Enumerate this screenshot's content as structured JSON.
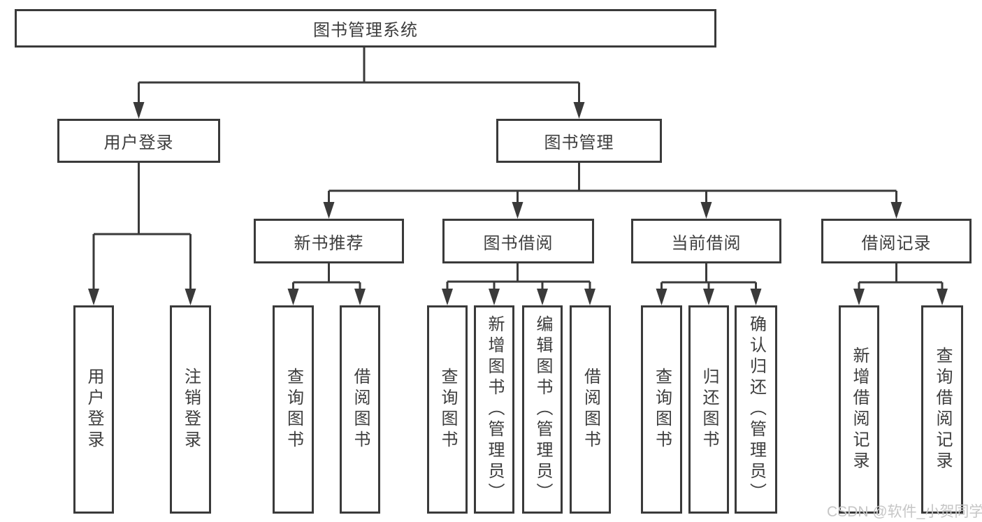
{
  "nodes": {
    "root": {
      "label": "图书管理系统"
    },
    "user_login": {
      "label": "用户登录"
    },
    "book_mgmt": {
      "label": "图书管理"
    },
    "new_books": {
      "label": "新书推荐"
    },
    "book_borrow": {
      "label": "图书借阅"
    },
    "current_borrow": {
      "label": "当前借阅"
    },
    "borrow_records": {
      "label": "借阅记录"
    },
    "leaf_user_login": {
      "label": "用户登录"
    },
    "leaf_logout": {
      "label": "注销登录"
    },
    "leaf_nb_query": {
      "label": "查询图书"
    },
    "leaf_nb_borrow": {
      "label": "借阅图书"
    },
    "leaf_bb_query": {
      "label": "查询图书"
    },
    "leaf_bb_add": {
      "label": "新增图书（管理员）"
    },
    "leaf_bb_edit": {
      "label": "编辑图书（管理员）"
    },
    "leaf_bb_borrow": {
      "label": "借阅图书"
    },
    "leaf_cb_query": {
      "label": "查询图书"
    },
    "leaf_cb_return": {
      "label": "归还图书"
    },
    "leaf_cb_confirm": {
      "label": "确认归还（管理员）"
    },
    "leaf_br_add": {
      "label": "新增借阅记录"
    },
    "leaf_br_query": {
      "label": "查询借阅记录"
    }
  },
  "structure": {
    "root": [
      "user_login",
      "book_mgmt"
    ],
    "user_login": [
      "leaf_user_login",
      "leaf_logout"
    ],
    "book_mgmt": [
      "new_books",
      "book_borrow",
      "current_borrow",
      "borrow_records"
    ],
    "new_books": [
      "leaf_nb_query",
      "leaf_nb_borrow"
    ],
    "book_borrow": [
      "leaf_bb_query",
      "leaf_bb_add",
      "leaf_bb_edit",
      "leaf_bb_borrow"
    ],
    "current_borrow": [
      "leaf_cb_query",
      "leaf_cb_return",
      "leaf_cb_confirm"
    ],
    "borrow_records": [
      "leaf_br_add",
      "leaf_br_query"
    ]
  },
  "watermark": {
    "text": "CSDN @软件_小贺同学"
  },
  "colors": {
    "line": "#3a3a3a",
    "text": "#3d3d3d",
    "watermark": "#c6c6c6",
    "background": "#ffffff"
  }
}
